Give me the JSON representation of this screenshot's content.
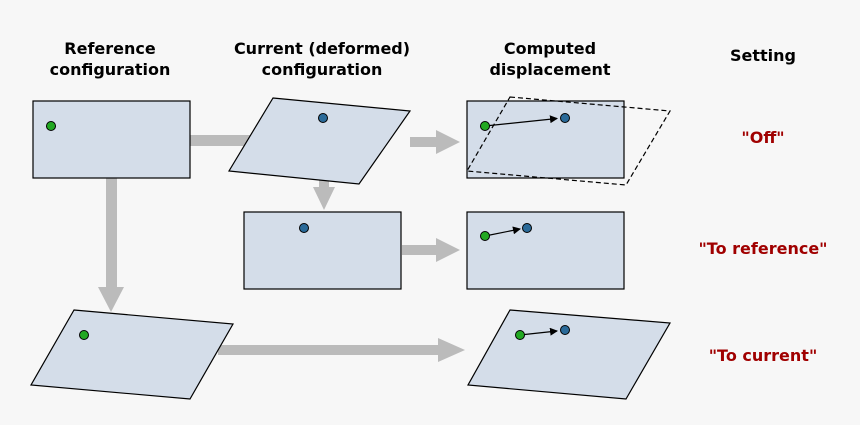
{
  "headers": {
    "reference": [
      "Reference",
      "configuration"
    ],
    "current": [
      "Current (deformed)",
      "configuration"
    ],
    "computed": [
      "Computed",
      "displacement"
    ],
    "setting": "Setting"
  },
  "settings": {
    "off": "\"Off\"",
    "to_reference": "\"To reference\"",
    "to_current": "\"To current\""
  },
  "colors": {
    "background": "#f7f7f7",
    "shape_fill": "#d4dde9",
    "shape_stroke": "#000000",
    "arrow_gray": "#bbbbbb",
    "green_point": "#22a822",
    "blue_point": "#2a6a99",
    "setting_text": "#a00000"
  }
}
